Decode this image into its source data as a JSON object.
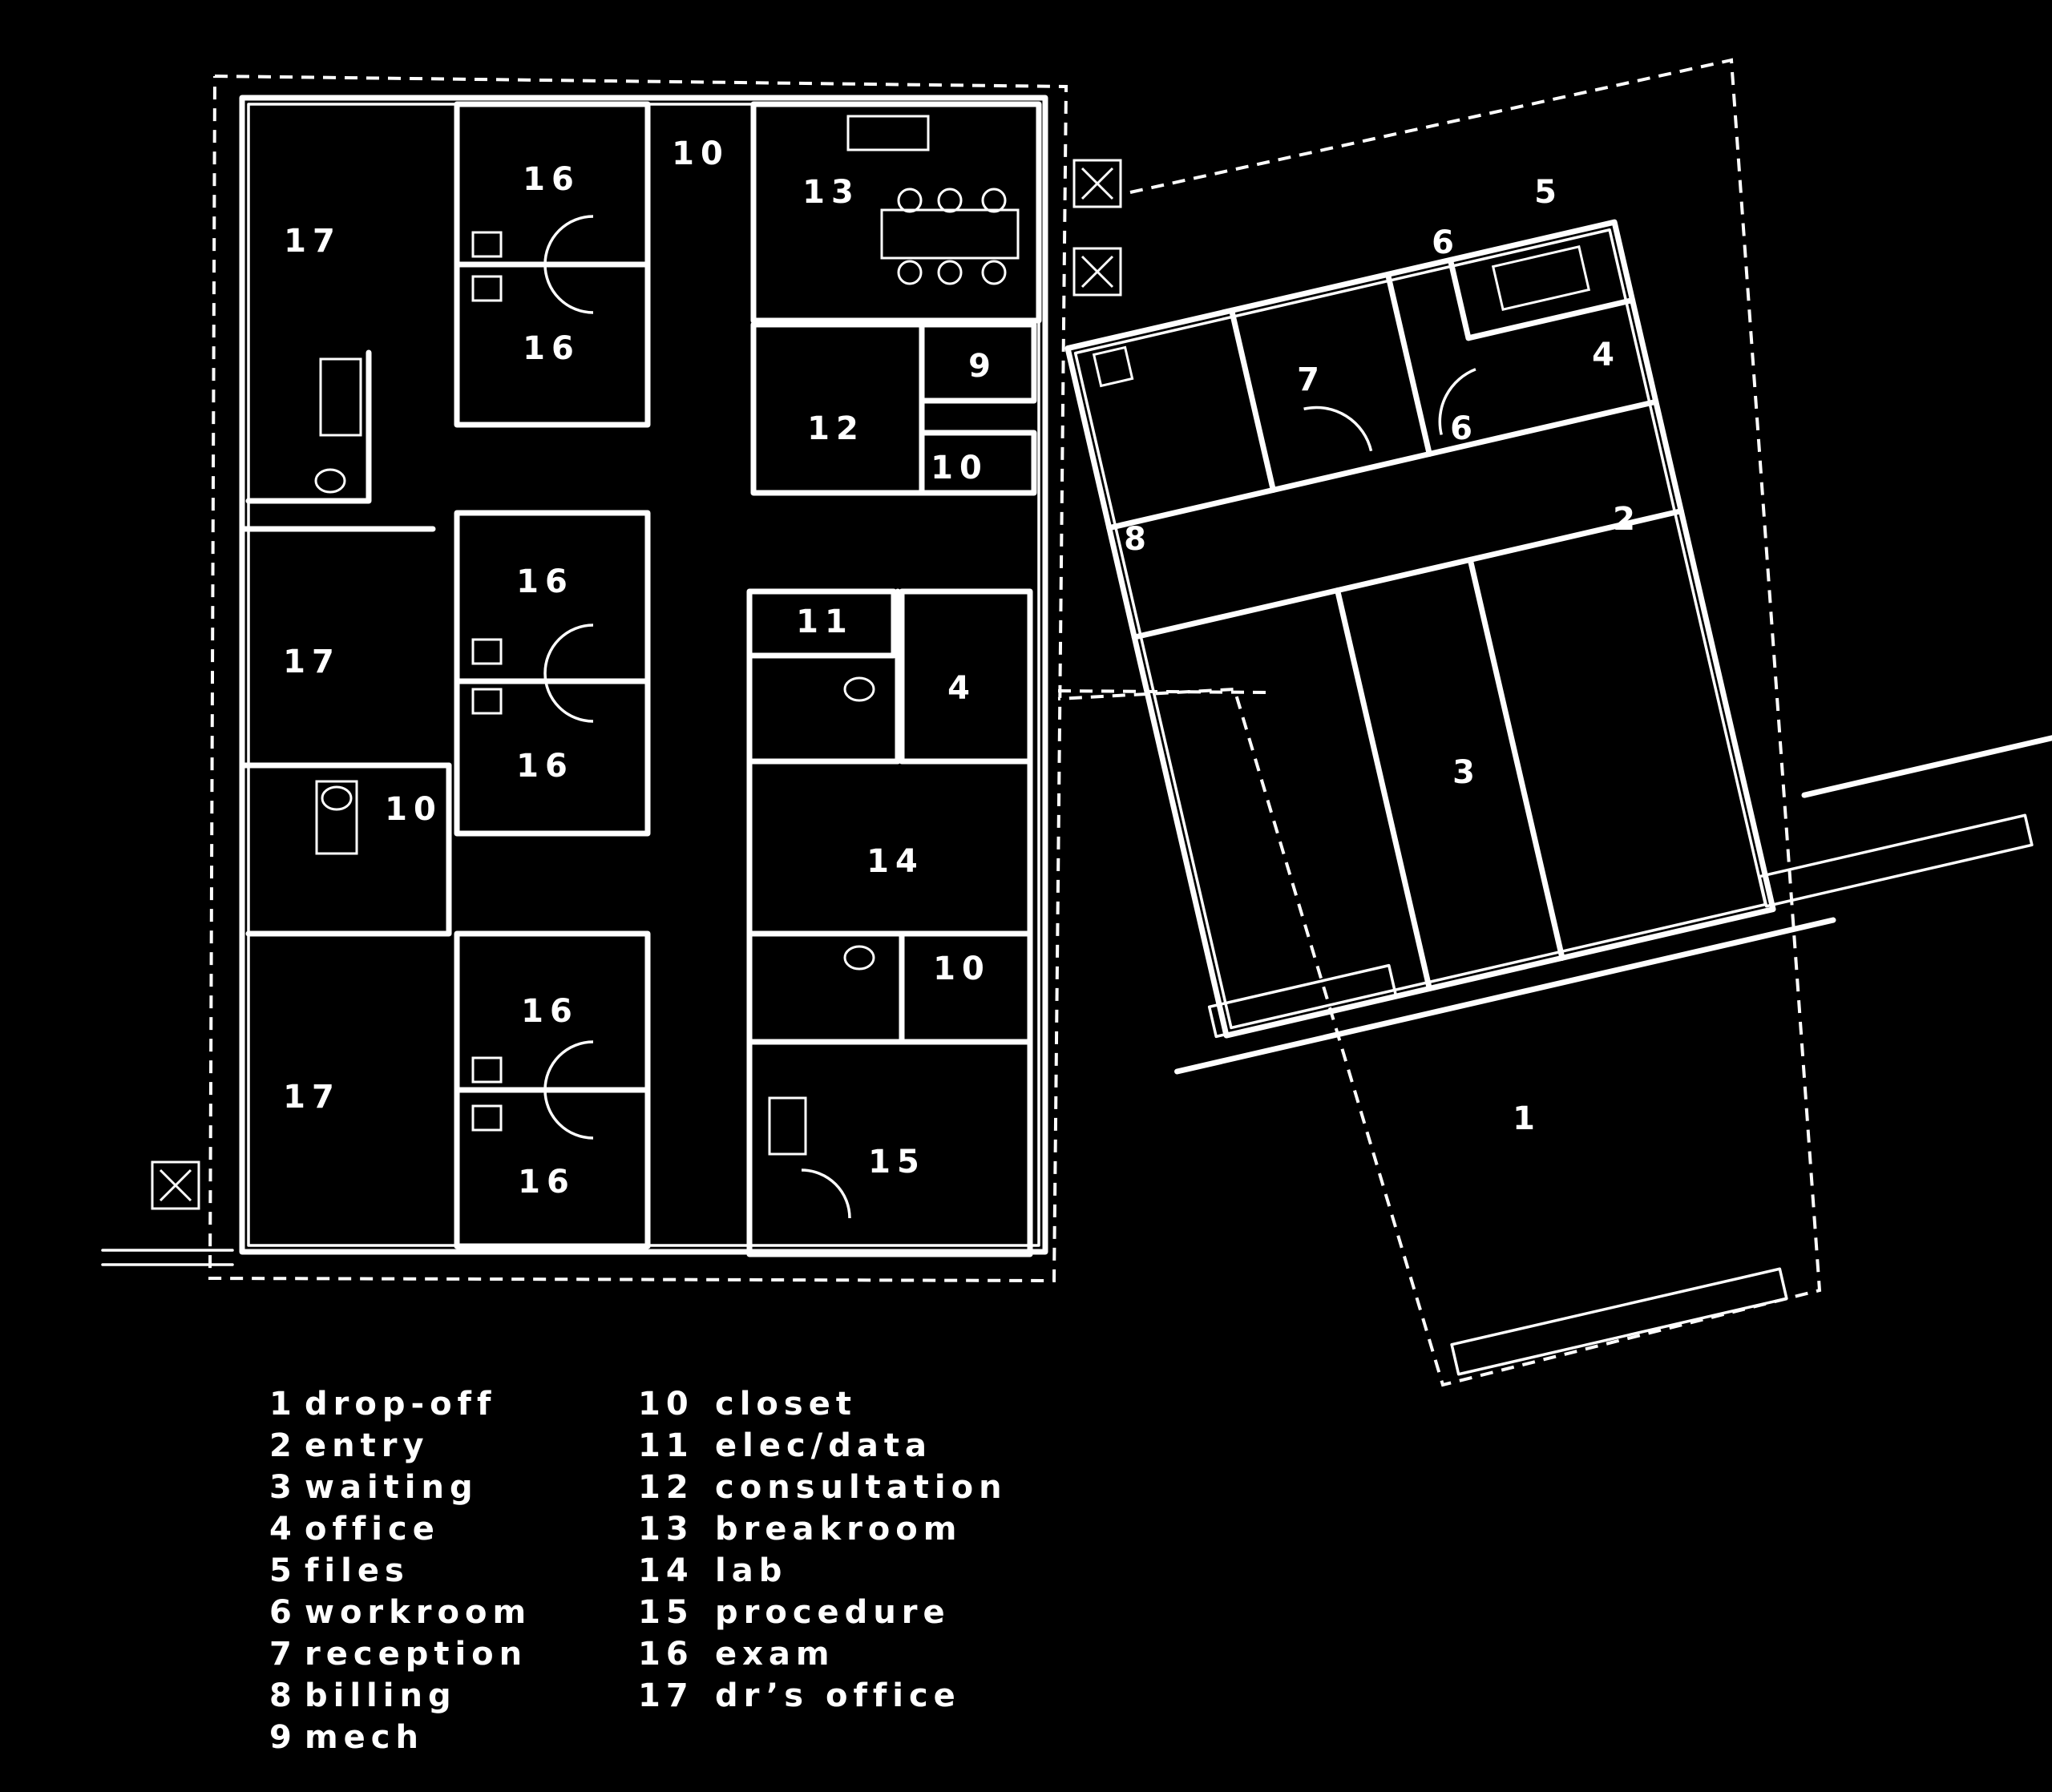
{
  "rooms": {
    "r1": "1",
    "r2": "2",
    "r3": "3",
    "r4a": "4",
    "r4b": "4",
    "r5": "5",
    "r6a": "6",
    "r6b": "6",
    "r7": "7",
    "r8": "8",
    "r9": "9",
    "r10a": "10",
    "r10b": "10",
    "r10c": "10",
    "r10d": "10",
    "r11": "11",
    "r12": "12",
    "r13": "13",
    "r14": "14",
    "r15": "15",
    "r16a": "16",
    "r16b": "16",
    "r16c": "16",
    "r16d": "16",
    "r16e": "16",
    "r16f": "16",
    "r17a": "17",
    "r17b": "17",
    "r17c": "17"
  },
  "legend": [
    {
      "num": "1",
      "label": "drop-off"
    },
    {
      "num": "2",
      "label": "entry"
    },
    {
      "num": "3",
      "label": "waiting"
    },
    {
      "num": "4",
      "label": "office"
    },
    {
      "num": "5",
      "label": "files"
    },
    {
      "num": "6",
      "label": "workroom"
    },
    {
      "num": "7",
      "label": "reception"
    },
    {
      "num": "8",
      "label": "billing"
    },
    {
      "num": "9",
      "label": "mech"
    },
    {
      "num": "10",
      "label": "closet"
    },
    {
      "num": "11",
      "label": "elec/data"
    },
    {
      "num": "12",
      "label": "consultation"
    },
    {
      "num": "13",
      "label": "breakroom"
    },
    {
      "num": "14",
      "label": "lab"
    },
    {
      "num": "15",
      "label": "procedure"
    },
    {
      "num": "16",
      "label": "exam"
    },
    {
      "num": "17",
      "label": "dr’s office"
    }
  ],
  "colors": {
    "background": "#000000",
    "linework": "#ffffff"
  }
}
